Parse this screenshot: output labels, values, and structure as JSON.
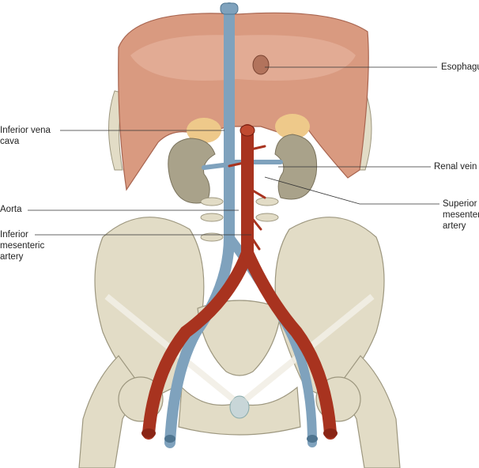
{
  "labels": {
    "esophagus": "Esophagus",
    "ivc": [
      "Inferior vena",
      "cava"
    ],
    "renal_vein": "Renal vein",
    "aorta": "Aorta",
    "sma": [
      "Superior",
      "mesenteric",
      "artery"
    ],
    "ima": [
      "Inferior",
      "mesenteric",
      "artery"
    ]
  },
  "colors": {
    "artery": "#a8331f",
    "vein": "#7fa2bd",
    "bone": "#e2dcc6",
    "muscle": "#d99a80",
    "kidney": "#a9a28a",
    "fat": "#eec98a"
  }
}
